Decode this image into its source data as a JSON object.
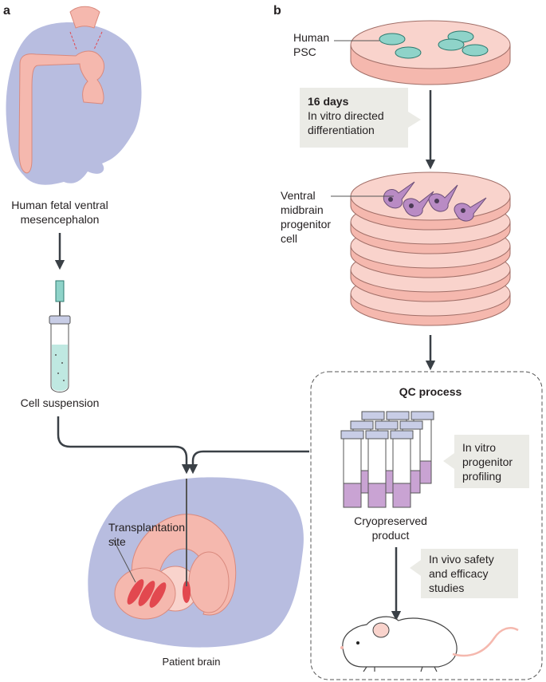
{
  "panels": {
    "a": "a",
    "b": "b"
  },
  "panel_a": {
    "fetal_label_line1": "Human fetal ventral",
    "fetal_label_line2": "mesencephalon",
    "suspension_label": "Cell suspension",
    "transplant_label_line1": "Transplantation",
    "transplant_label_line2": "site",
    "brain_label": "Patient brain"
  },
  "panel_b": {
    "psc_label_line1": "Human",
    "psc_label_line2": "PSC",
    "diff_days": "16 days",
    "diff_line1": "In vitro directed",
    "diff_line2": "differentiation",
    "progenitor_line1": "Ventral",
    "progenitor_line2": "midbrain",
    "progenitor_line3": "progenitor",
    "progenitor_line4": "cell",
    "qc_title": "QC process",
    "profiling_line1": "In vitro",
    "profiling_line2": "progenitor",
    "profiling_line3": "profiling",
    "cryo_line1": "Cryopreserved",
    "cryo_line2": "product",
    "vivo_line1": "In vivo safety",
    "vivo_line2": "and efficacy",
    "vivo_line3": "studies"
  },
  "colors": {
    "lavender": "#b8bde0",
    "pink": "#f5b8ae",
    "pink_light": "#f9d3cc",
    "red": "#e2484f",
    "teal": "#8fd3c9",
    "purple": "#b98bc4",
    "arrow": "#3a4046",
    "callout": "#ebebe6"
  }
}
